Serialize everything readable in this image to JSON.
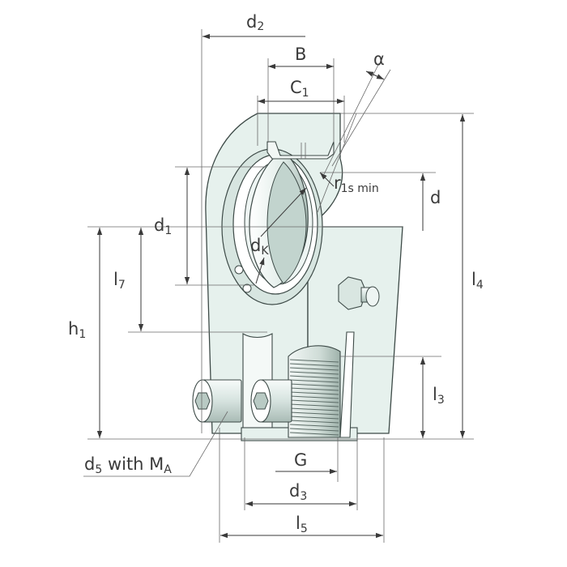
{
  "labels": {
    "d2": "d",
    "d2_sub": "2",
    "B": "B",
    "C1": "C",
    "C1_sub": "1",
    "alpha": "α",
    "r1s": "r",
    "r1s_sub": "1s min",
    "d": "d",
    "d1": "d",
    "d1_sub": "1",
    "dK": "d",
    "dK_sub": "K",
    "l7": "l",
    "l7_sub": "7",
    "h1": "h",
    "h1_sub": "1",
    "l4": "l",
    "l4_sub": "4",
    "l3": "l",
    "l3_sub": "3",
    "G": "G",
    "d3": "d",
    "d3_sub": "3",
    "l5": "l",
    "l5_sub": "5",
    "d5_main": "d",
    "d5_sub": "5",
    "d5_with": " with M",
    "d5_with_sub": "A"
  },
  "colors": {
    "body_fill": "#e6f1ed",
    "body_dark": "#c9d9d3",
    "outline": "#3d4a47",
    "dimension_line": "#3a3a3a"
  }
}
